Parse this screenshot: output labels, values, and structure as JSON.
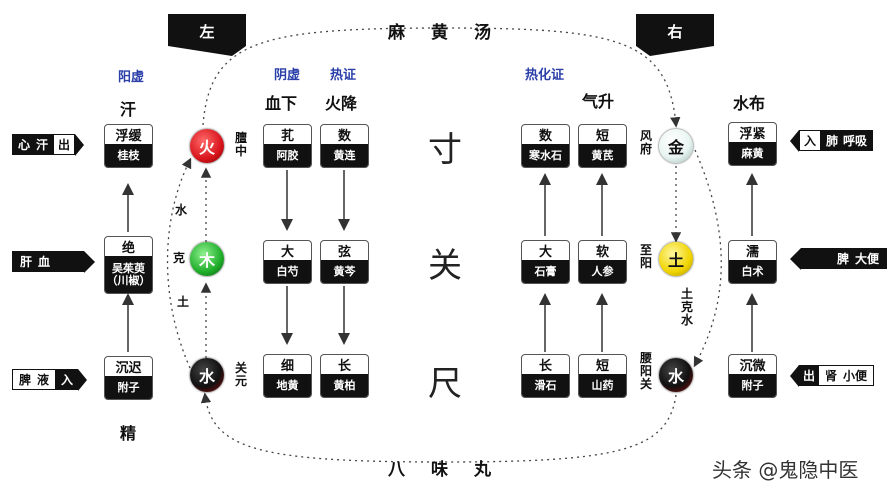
{
  "tabs": {
    "left": "左",
    "right": "右"
  },
  "titles": {
    "top": "麻黄汤",
    "bottom": "八味丸"
  },
  "blue_labels": {
    "yang_xu": "阳虚",
    "yin_xu": "阴虚",
    "re_zheng": "热证",
    "re_hua_zheng": "热化证"
  },
  "column_heads": {
    "han": "汗",
    "xue_xia": "血下",
    "huo_jiang": "火降",
    "qi_sheng": "气升",
    "shui_bu": "水布",
    "jing": "精"
  },
  "positions": {
    "cun": "寸",
    "guan": "关",
    "chi": "尺"
  },
  "left_tags": {
    "xin": {
      "a": "心",
      "b": "汗",
      "c": "出"
    },
    "gan": {
      "a": "肝",
      "b": "血"
    },
    "pi": {
      "a": "脾",
      "b": "液",
      "c": "入"
    }
  },
  "right_tags": {
    "fei": {
      "a": "入",
      "b": "肺",
      "c": "呼吸"
    },
    "pi": {
      "a": "脾",
      "b": "大便"
    },
    "shen": {
      "a": "出",
      "b": "肾",
      "c": "小便"
    }
  },
  "boxes": {
    "c1r1": {
      "pulse": "浮缓",
      "herb": "桂枝"
    },
    "c1r2": {
      "pulse": "绝",
      "herb": "吴茱萸",
      "herb2": "（川椒）"
    },
    "c1r3": {
      "pulse": "沉迟",
      "herb": "附子"
    },
    "c2r1": {
      "pulse": "芤",
      "herb": "阿胶"
    },
    "c2r2": {
      "pulse": "大",
      "herb": "白芍"
    },
    "c2r3": {
      "pulse": "细",
      "herb": "地黄"
    },
    "c3r1": {
      "pulse": "数",
      "herb": "黄连"
    },
    "c3r2": {
      "pulse": "弦",
      "herb": "黄芩"
    },
    "c3r3": {
      "pulse": "长",
      "herb": "黄柏"
    },
    "c4r1": {
      "pulse": "数",
      "herb": "寒水石"
    },
    "c4r2": {
      "pulse": "大",
      "herb": "石膏"
    },
    "c4r3": {
      "pulse": "长",
      "herb": "滑石"
    },
    "c5r1": {
      "pulse": "短",
      "herb": "黄芪"
    },
    "c5r2": {
      "pulse": "软",
      "herb": "人参"
    },
    "c5r3": {
      "pulse": "短",
      "herb": "山药"
    },
    "c6r1": {
      "pulse": "浮紧",
      "herb": "麻黄"
    },
    "c6r2": {
      "pulse": "濡",
      "herb": "白术"
    },
    "c6r3": {
      "pulse": "沉微",
      "herb": "附子"
    }
  },
  "elements": {
    "left": {
      "fire": "火",
      "wood": "木",
      "water": "水"
    },
    "right": {
      "metal": "金",
      "earth": "土",
      "water": "水"
    }
  },
  "side_labels": {
    "shan_zhong": "膻中",
    "guan_yuan": "关元",
    "feng_fu": "风府",
    "zhi_yang": "至阳",
    "yao_yang_guan": "腰阳关",
    "shui": "水",
    "ke": "克",
    "tu": "土",
    "tu_ke_shui": "土克水"
  },
  "watermark": "头条 @鬼隐中医",
  "colors": {
    "fire": "#d8141c",
    "wood": "#1fae2a",
    "water": "#7a0d0d",
    "metal": "#e9f5f2",
    "earth": "#f0d400",
    "tag": "#111111",
    "blue": "#2a3fa8"
  }
}
